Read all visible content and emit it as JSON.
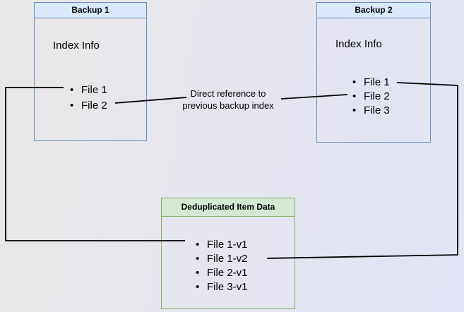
{
  "backup1": {
    "title": "Backup 1",
    "subtitle": "Index Info",
    "items": [
      "File 1",
      "File 2"
    ]
  },
  "backup2": {
    "title": "Backup 2",
    "subtitle": "Index Info",
    "items": [
      "File 1",
      "File 2",
      "File 3"
    ]
  },
  "dedup": {
    "title": "Deduplicated Item Data",
    "items": [
      "File 1-v1",
      "File 1-v2",
      "File 2-v1",
      "File 3-v1"
    ]
  },
  "annotations": {
    "direct_reference": "Direct reference to previous backup index"
  },
  "colors": {
    "blue_border": "#6c8ebf",
    "blue_header_fill": "#dae8fc",
    "green_border": "#82b366",
    "green_header_fill": "#d5e8d4",
    "arrow": "#000000"
  }
}
